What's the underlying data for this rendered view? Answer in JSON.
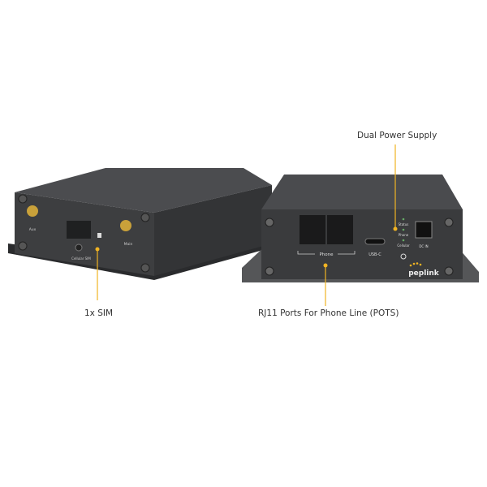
{
  "callouts": {
    "sim": "1x SIM",
    "power": "Dual Power Supply",
    "rj11": "RJ11 Ports For Phone Line (POTS)"
  },
  "left_device": {
    "aux_label": "Aux",
    "main_label": "Main",
    "sim_label": "Cellular SIM"
  },
  "right_device": {
    "phone_ports_label": "Phone",
    "usbc_label": "USB-C",
    "led_status": "Status",
    "led_phone": "Phone",
    "led_cellular": "Cellular",
    "dc_label": "DC IN",
    "brand": "peplink"
  },
  "colors": {
    "accent": "#f0b323",
    "device_body": "#3b3c3e",
    "device_top": "#4a4b4e",
    "antenna_gold": "#c9a13a"
  }
}
